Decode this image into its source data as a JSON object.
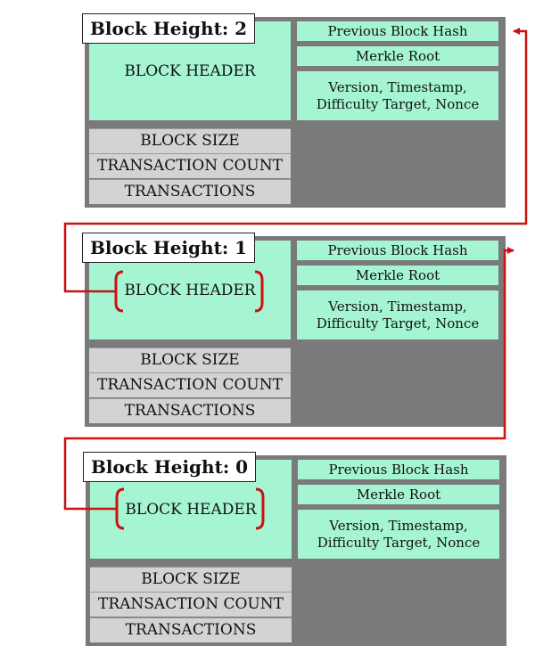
{
  "blocks": [
    {
      "height_label": "Block Height: 2",
      "header_label": "BLOCK HEADER",
      "fields": {
        "prev_hash": "Previous Block Hash",
        "merkle_root": "Merkle Root",
        "meta_line1": "Version, Timestamp,",
        "meta_line2": "Difficulty Target, Nonce"
      },
      "body_rows": [
        "BLOCK SIZE",
        "TRANSACTION COUNT",
        "TRANSACTIONS"
      ]
    },
    {
      "height_label": "Block Height: 1",
      "header_label": "BLOCK HEADER",
      "fields": {
        "prev_hash": "Previous Block Hash",
        "merkle_root": "Merkle Root",
        "meta_line1": "Version, Timestamp,",
        "meta_line2": "Difficulty Target, Nonce"
      },
      "body_rows": [
        "BLOCK SIZE",
        "TRANSACTION COUNT",
        "TRANSACTIONS"
      ]
    },
    {
      "height_label": "Block Height: 0",
      "header_label": "BLOCK HEADER",
      "fields": {
        "prev_hash": "Previous Block Hash",
        "merkle_root": "Merkle Root",
        "meta_line1": "Version, Timestamp,",
        "meta_line2": "Difficulty Target, Nonce"
      },
      "body_rows": [
        "BLOCK SIZE",
        "TRANSACTION COUNT",
        "TRANSACTIONS"
      ]
    }
  ],
  "colors": {
    "block_bg": "#7a7a7a",
    "header_green": "#a6f5d2",
    "row_gray": "#d3d3d3",
    "link_red": "#cc1111"
  }
}
